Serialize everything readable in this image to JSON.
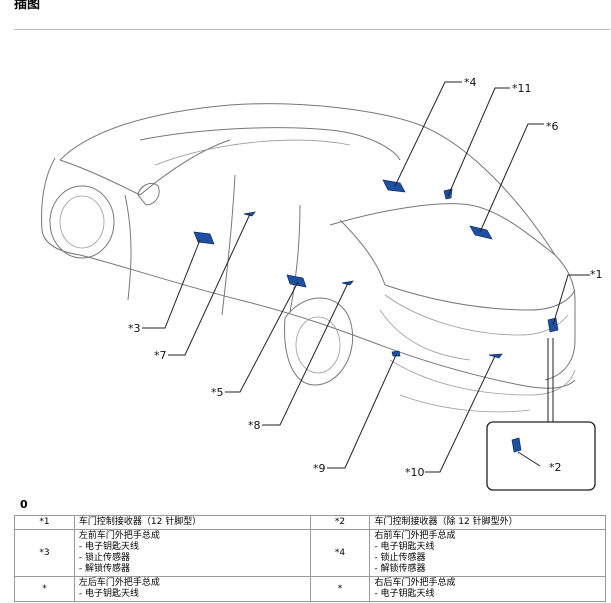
{
  "page": {
    "title": "插图",
    "section_marker": "0"
  },
  "colors": {
    "part": "#1f4fa0",
    "car_outline": "#777777",
    "leader": "#222222",
    "table_border": "#9a9a9a"
  },
  "callouts": {
    "c1": "*1",
    "c2": "*2",
    "c3": "*3",
    "c4": "*4",
    "c5": "*5",
    "c6": "*6",
    "c7": "*7",
    "c8": "*8",
    "c9": "*9",
    "c10": "*10",
    "c11": "*11"
  },
  "legend": {
    "rows": [
      {
        "left_num": "*1",
        "left_title": "车门控制接收器（12 针脚型）",
        "left_items": [],
        "right_num": "*2",
        "right_title": "车门控制接收器（除 12 针脚型外）",
        "right_items": []
      },
      {
        "left_num": "*3",
        "left_title": "左前车门外把手总成",
        "left_items": [
          "- 电子钥匙天线",
          "- 锁止传感器",
          "- 解锁传感器"
        ],
        "right_num": "*4",
        "right_title": "右前车门外把手总成",
        "right_items": [
          "- 电子钥匙天线",
          "- 锁止传感器",
          "- 解锁传感器"
        ]
      },
      {
        "left_num": "*",
        "left_title": "左后车门外把手总成",
        "left_items": [
          "- 电子钥匙天线"
        ],
        "right_num": "*",
        "right_title": "右后车门外把手总成",
        "right_items": [
          "- 电子钥匙天线"
        ]
      }
    ]
  }
}
